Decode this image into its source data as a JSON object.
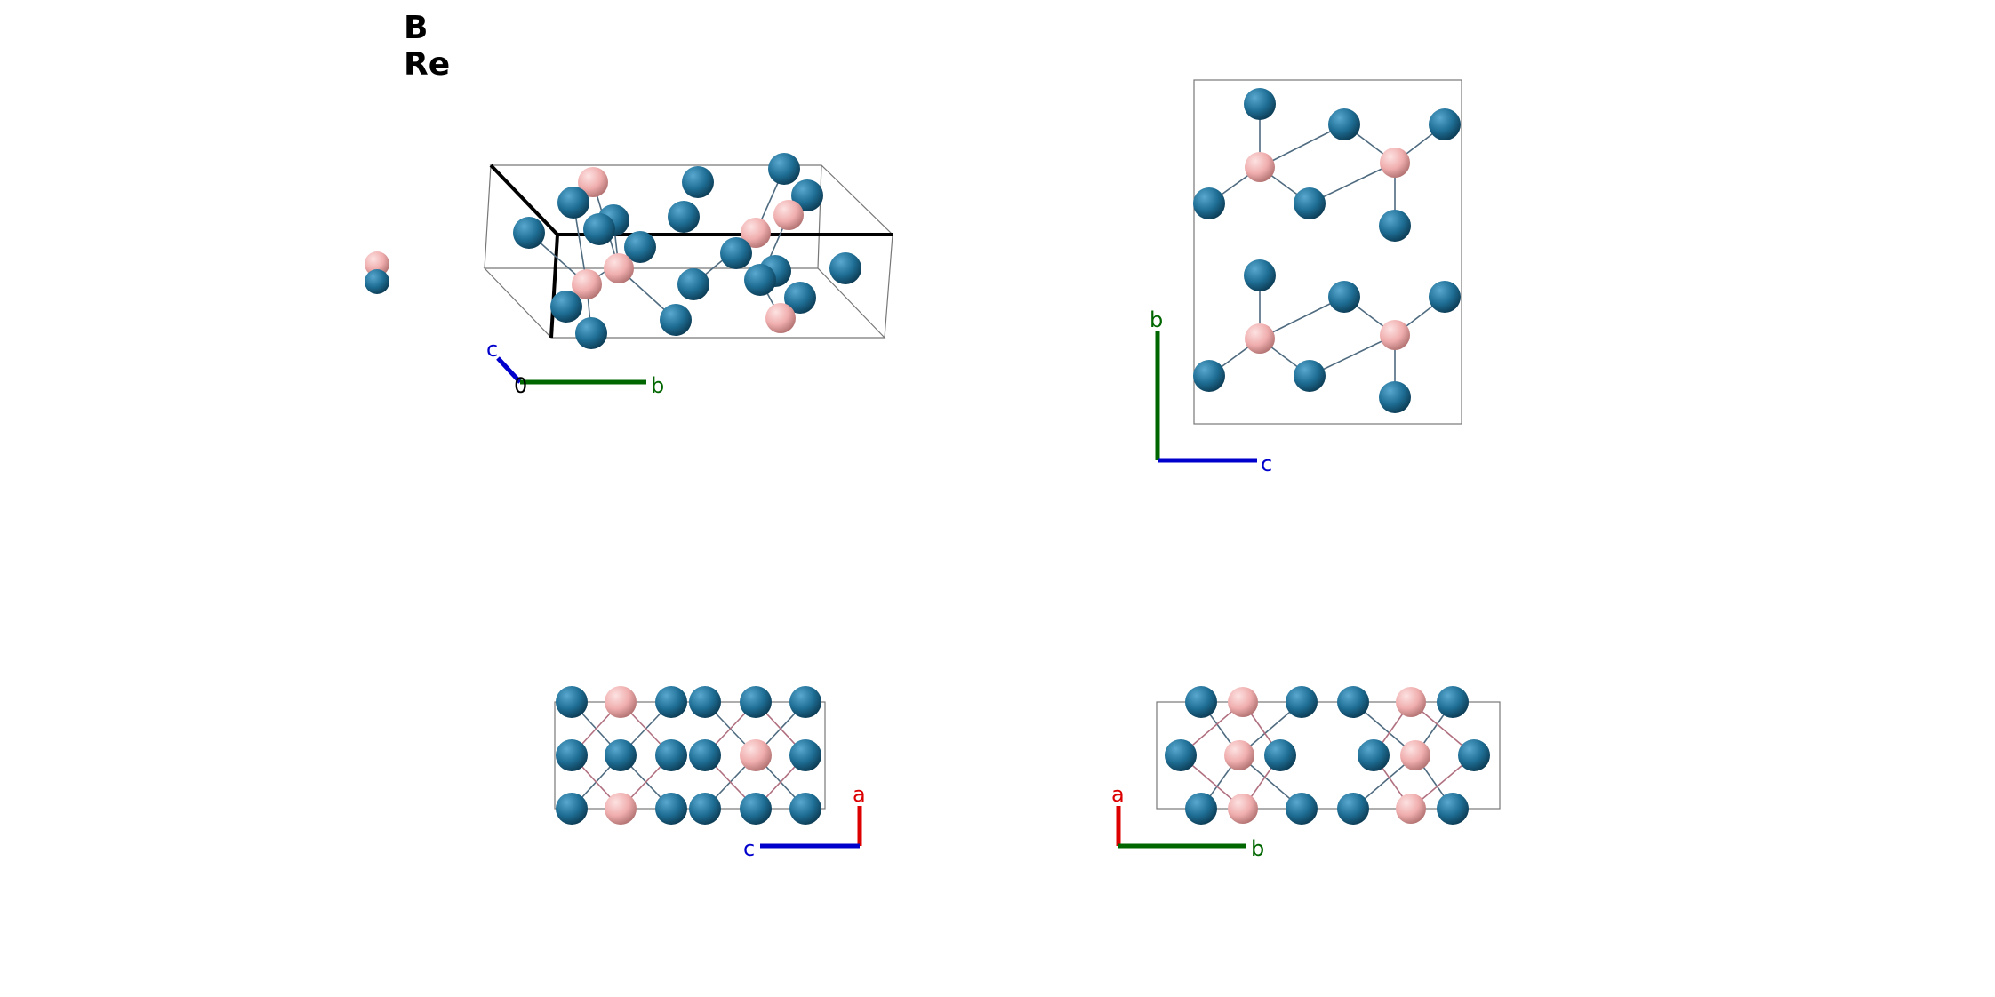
{
  "legend": {
    "elements": [
      {
        "symbol": "B",
        "color": "#f2b0b0"
      },
      {
        "symbol": "Re",
        "color": "#1f6f96"
      }
    ]
  },
  "colors": {
    "boron": "#f2b0b0",
    "rhenium": "#1f6f96",
    "axis_a": "#dd0000",
    "axis_b": "#006600",
    "axis_c": "#0000cc",
    "cell_line": "#777777"
  },
  "views": [
    {
      "name": "perspective",
      "axes": [
        {
          "label": "c",
          "color": "#0000cc"
        },
        {
          "label": "0",
          "color": "#000000"
        },
        {
          "label": "b",
          "color": "#006600"
        }
      ]
    },
    {
      "name": "view-along-a",
      "axes": [
        {
          "label": "b",
          "color": "#006600"
        },
        {
          "label": "c",
          "color": "#0000cc"
        }
      ]
    },
    {
      "name": "view-along-b",
      "axes": [
        {
          "label": "a",
          "color": "#dd0000"
        },
        {
          "label": "c",
          "color": "#0000cc"
        }
      ]
    },
    {
      "name": "view-along-c",
      "axes": [
        {
          "label": "a",
          "color": "#dd0000"
        },
        {
          "label": "b",
          "color": "#006600"
        }
      ]
    }
  ]
}
